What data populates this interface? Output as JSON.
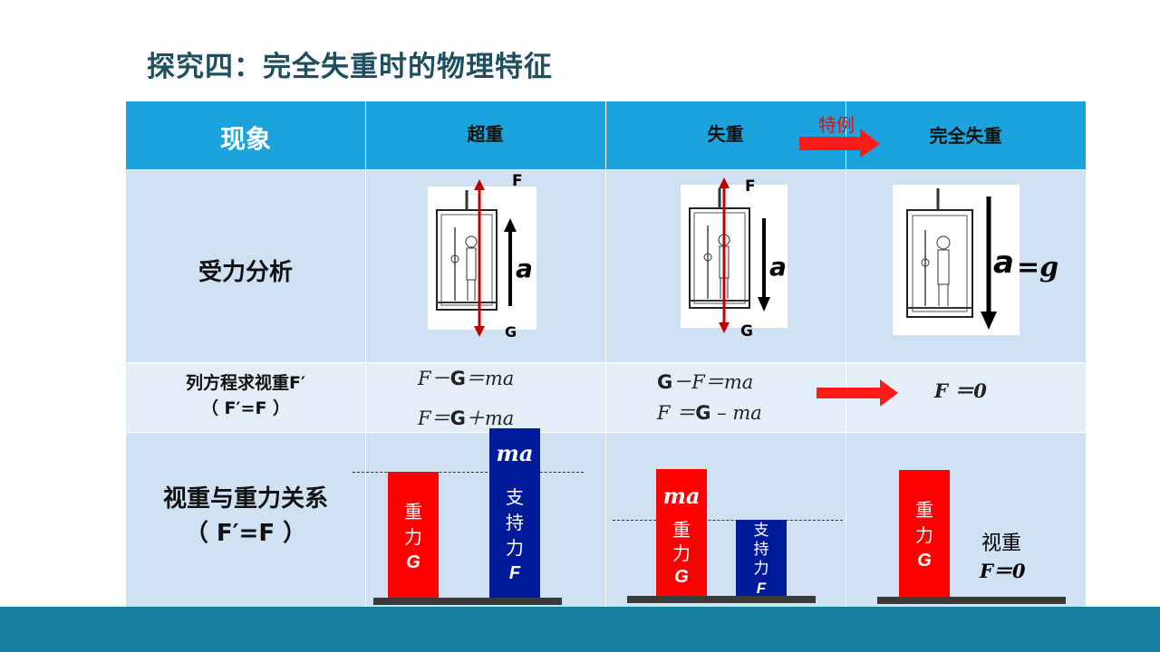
{
  "title": "探究四：完全失重时的物理特征",
  "header": {
    "col0": "现象",
    "col1": "超重",
    "col2": "失重",
    "col3": "完全失重",
    "special_label": "特例"
  },
  "rows": {
    "force_analysis": "受力分析",
    "equation_line1": "列方程求视重F′",
    "equation_line2": "（ F′=F ）",
    "relation_line1": "视重与重力关系",
    "relation_line2": "（ F′=F ）"
  },
  "diagram_labels": {
    "F": "F",
    "G": "G",
    "a": "a",
    "eq_g": "=g"
  },
  "equations": {
    "overweight_1_pre": "F－",
    "overweight_1_G": "G",
    "overweight_1_post": "＝ma",
    "overweight_2_pre": "F＝",
    "overweight_2_G": "G",
    "overweight_2_post": "＋ma",
    "weightless_1_G": "G",
    "weightless_1_post": "－F＝ma",
    "weightless_2_pre": "F ＝",
    "weightless_2_G": "G",
    "weightless_2_post": " – ma",
    "complete": "F ＝0"
  },
  "bars": {
    "gravity_1": "重",
    "gravity_2": "力",
    "gravity_3": "G",
    "support_1": "支",
    "support_2": "持",
    "support_3": "力",
    "support_4": "F",
    "ma": "ma",
    "apparent_1": "视重",
    "apparent_2": "F＝0"
  },
  "colors": {
    "header": "#1aa3dc",
    "red_bar": "#ff0000",
    "blue_bar": "#001a99",
    "footer": "#16809e"
  }
}
